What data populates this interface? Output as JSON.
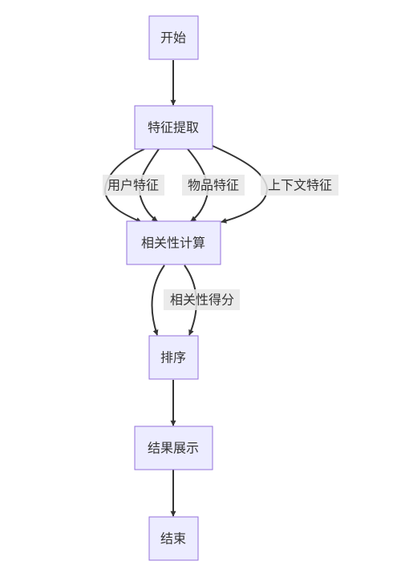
{
  "nodes": {
    "start": "开始",
    "feature": "特征提取",
    "relevance": "相关性计算",
    "sort": "排序",
    "display": "结果展示",
    "end": "结束"
  },
  "edge_labels": {
    "user_feature": "用户特征",
    "item_feature": "物品特征",
    "context_feature": "上下文特征",
    "relevance_score": "相关性得分"
  },
  "colors": {
    "node_fill": "#ECECFF",
    "node_stroke": "#9370DB",
    "edge": "#333333",
    "label_bg": "#e8e8e8"
  }
}
